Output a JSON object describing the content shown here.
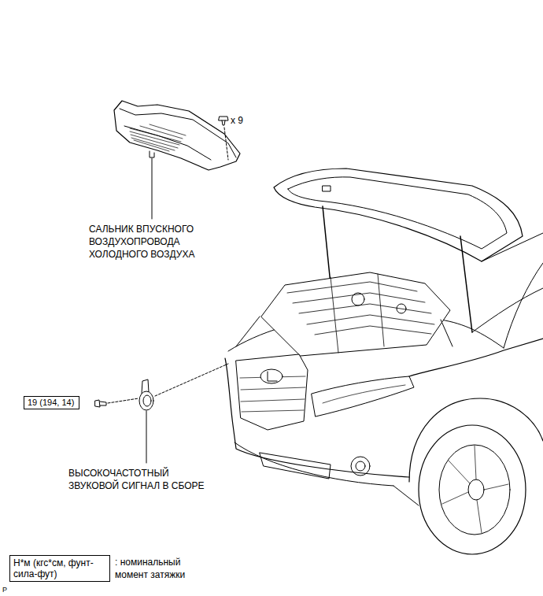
{
  "diagram": {
    "nodes": [
      {
        "text": [
          "19 (194, 14)"
        ]
      },
      {
        "text": [
          "Н*м (кгс*см, фунт-сила-фут)"
        ]
      }
    ],
    "labels": [
      "x 9",
      "САЛЬНИК ВПУСКНОГО ВОЗДУХОПРОВОДА ХОЛОДНОГО ВОЗДУХА",
      "ВЫСОКОЧАСТОТНЫЙ ЗВУКОВОЙ СИГНАЛ В СБОРЕ",
      ": номинальный момент затяжки",
      "P"
    ]
  }
}
